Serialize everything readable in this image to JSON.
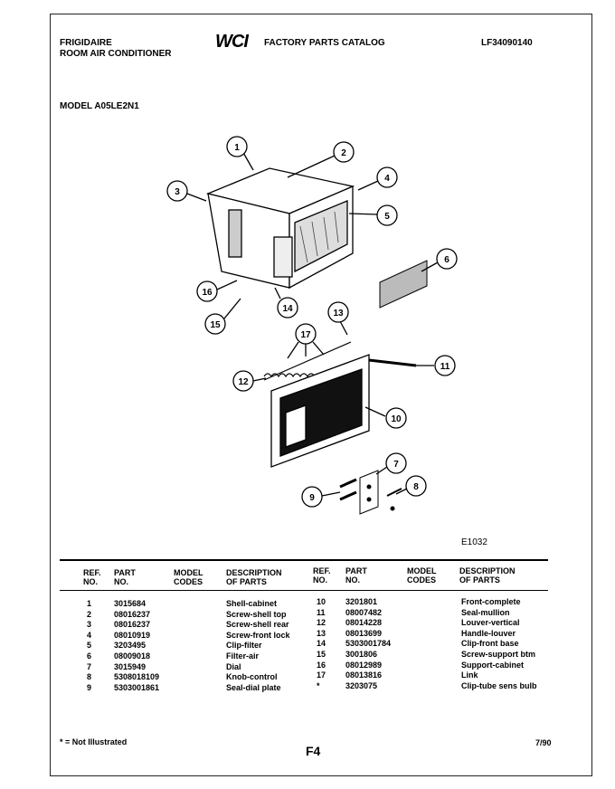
{
  "header": {
    "brand": "FRIGIDAIRE",
    "product": "ROOM AIR CONDITIONER",
    "logo": "WCI",
    "catalog_title": "FACTORY PARTS CATALOG",
    "catalog_number": "LF34090140"
  },
  "model_label": "MODEL A05LE2N1",
  "figure_number": "E1032",
  "callouts": [
    "1",
    "2",
    "3",
    "4",
    "5",
    "6",
    "7",
    "8",
    "9",
    "10",
    "11",
    "12",
    "13",
    "14",
    "15",
    "16",
    "17"
  ],
  "table": {
    "headers": {
      "ref": [
        "REF.",
        "NO."
      ],
      "part": [
        "PART",
        "NO."
      ],
      "model": [
        "MODEL",
        "CODES"
      ],
      "desc": [
        "DESCRIPTION",
        "OF PARTS"
      ]
    },
    "left_rows": [
      {
        "ref": "1",
        "part": "3015684",
        "desc": "Shell-cabinet"
      },
      {
        "ref": "2",
        "part": "08016237",
        "desc": "Screw-shell top"
      },
      {
        "ref": "3",
        "part": "08016237",
        "desc": "Screw-shell rear"
      },
      {
        "ref": "4",
        "part": "08010919",
        "desc": "Screw-front lock"
      },
      {
        "ref": "5",
        "part": "3203495",
        "desc": "Clip-filter"
      },
      {
        "ref": "6",
        "part": "08009018",
        "desc": "Filter-air"
      },
      {
        "ref": "7",
        "part": "3015949",
        "desc": "Dial"
      },
      {
        "ref": "8",
        "part": "5308018109",
        "desc": "Knob-control"
      },
      {
        "ref": "9",
        "part": "5303001861",
        "desc": "Seal-dial plate"
      }
    ],
    "right_rows": [
      {
        "ref": "10",
        "part": "3201801",
        "desc": "Front-complete"
      },
      {
        "ref": "11",
        "part": "08007482",
        "desc": "Seal-mullion"
      },
      {
        "ref": "12",
        "part": "08014228",
        "desc": "Louver-vertical"
      },
      {
        "ref": "13",
        "part": "08013699",
        "desc": "Handle-louver"
      },
      {
        "ref": "14",
        "part": "5303001784",
        "desc": "Clip-front base"
      },
      {
        "ref": "15",
        "part": "3001806",
        "desc": "Screw-support btm"
      },
      {
        "ref": "16",
        "part": "08012989",
        "desc": "Support-cabinet"
      },
      {
        "ref": "17",
        "part": "08013816",
        "desc": "Link"
      },
      {
        "ref": "*",
        "part": "3203075",
        "desc": "Clip-tube sens bulb"
      }
    ]
  },
  "footer": {
    "footnote": "* = Not Illustrated",
    "page": "F4",
    "date": "7/90"
  }
}
